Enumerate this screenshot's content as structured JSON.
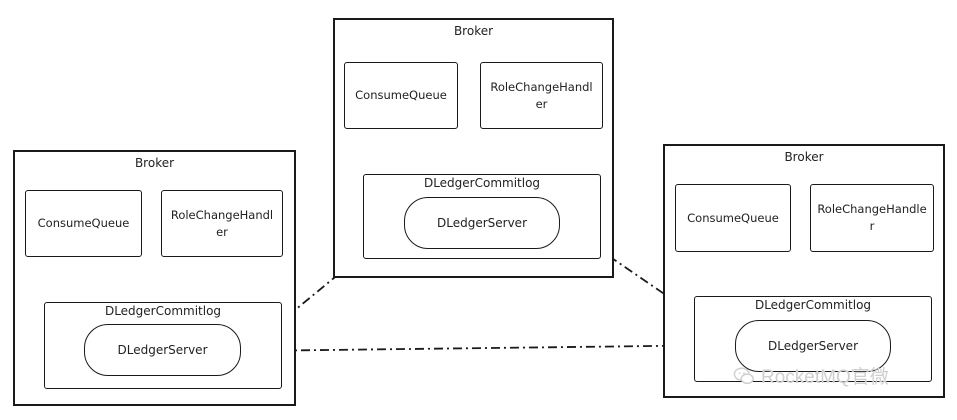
{
  "brokers": [
    {
      "title": "Broker",
      "consume_queue": "ConsumeQueue",
      "role_change_handler": "RoleChangeHandler",
      "commitlog": "DLedgerCommitlog",
      "server": "DLedgerServer"
    },
    {
      "title": "Broker",
      "consume_queue": "ConsumeQueue",
      "role_change_handler": "RoleChangeHandler",
      "commitlog": "DLedgerCommitlog",
      "server": "DLedgerServer"
    },
    {
      "title": "Broker",
      "consume_queue": "ConsumeQueue",
      "role_change_handler": "RoleChangeHandler",
      "commitlog": "DLedgerCommitlog",
      "server": "DLedgerServer"
    }
  ],
  "watermark": {
    "text": "RocketMQ官微",
    "icon": "wechat-icon"
  },
  "colors": {
    "line": "#1a1a1a",
    "watermark": "#cfcfcf"
  }
}
